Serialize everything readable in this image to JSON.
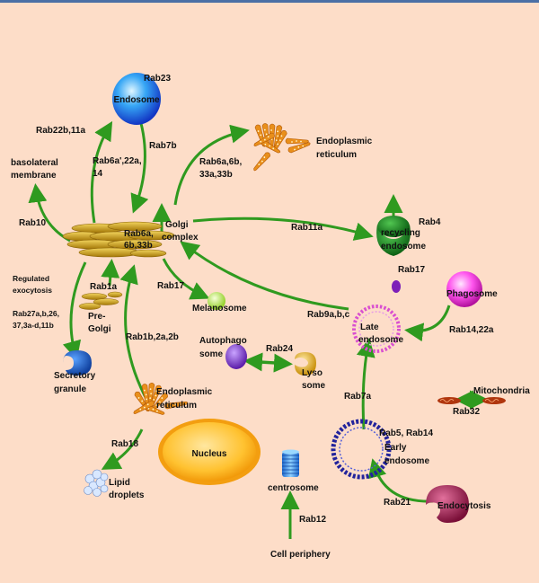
{
  "colors": {
    "background": "#fdddc8",
    "arrow": "#2f9a1f",
    "er": "#e98f1b",
    "golgi": "#d6a81e"
  },
  "organelles": {
    "endosome": "Endosome",
    "er_top_line1": "Endoplasmic",
    "er_top_line2": "reticulum",
    "golgi_line1": "Golgi",
    "golgi_line2": "complex",
    "recycling_line1": "recycling",
    "recycling_line2": "endosome",
    "phagosome": "Phagosome",
    "melanosome": "Melanosome",
    "late_line1": "Late",
    "late_line2": "endosome",
    "autophago_line1": "Autophago",
    "autophago_line2": "some",
    "lyso_line1": "Lyso",
    "lyso_line2": "some",
    "mitochondria": "Mitochondria",
    "er_bottom_line1": "Endoplasmic",
    "er_bottom_line2": "reticulum",
    "nucleus": "Nucleus",
    "early_line1": "Early",
    "early_line2": "endosome",
    "endocytosis": "Endocytosis",
    "centrosome": "centrosome",
    "lipid_line1": "Lipid",
    "lipid_line2": "droplets",
    "secretory_line1": "Secretory",
    "secretory_line2": "granule",
    "basolateral_line1": "basolateral",
    "basolateral_line2": "membrane",
    "pregolgi_line1": "Pre-",
    "pregolgi_line2": "Golgi",
    "regulated_line1": "Regulated",
    "regulated_line2": "exocytosis",
    "cell_periphery": "Cell periphery"
  },
  "rabs": {
    "rab23": "Rab23",
    "rab22b11a": "Rab22b,11a",
    "rab7b": "Rab7b",
    "rab6prime_line1": "Rab6a',22a,",
    "rab6prime_line2": "14",
    "rab6_33_line1": "Rab6a,6b,",
    "rab6_33_line2": "33a,33b",
    "rab10": "Rab10",
    "rab6golgi_line1": "Rab6a,",
    "rab6golgi_line2": "6b,33b",
    "rab11a": "Rab11a",
    "rab4": "Rab4",
    "rab17_recycling": "Rab17",
    "rab1a": "Rab1a",
    "rab17_melano": "Rab17",
    "rab9": "Rab9a,b,c",
    "rab14_22a": "Rab14,22a",
    "rab27_line1": "Rab27a,b,26,",
    "rab27_line2": "37,3a-d,11b",
    "rab1b": "Rab1b,2a,2b",
    "rab24": "Rab24",
    "rab7a": "Rab7a",
    "rab32": "Rab32",
    "rab5_14": "Rab5, Rab14",
    "rab18": "Rab18",
    "rab21": "Rab21",
    "rab12": "Rab12"
  }
}
